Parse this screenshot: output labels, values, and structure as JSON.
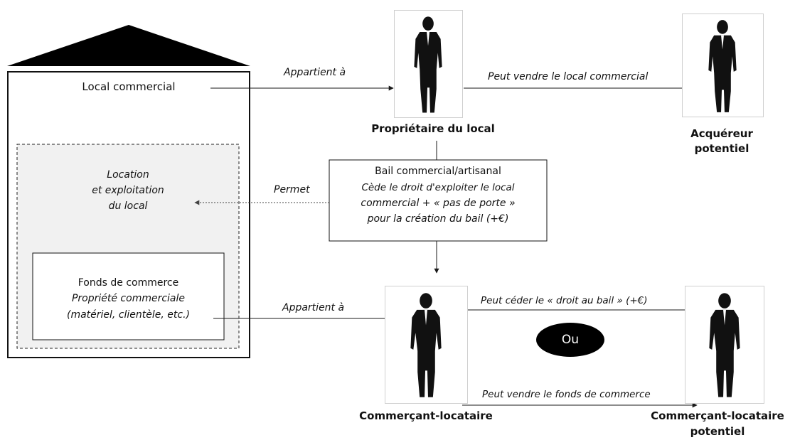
{
  "building": {
    "local_label": "Local commercial",
    "location_lines": [
      "Location",
      "et exploitation",
      "du local"
    ],
    "fonds_lines": [
      "Fonds de commerce",
      "Propriété commerciale",
      "(matériel, clientèle, etc.)"
    ]
  },
  "persons": {
    "proprietaire": "Propriétaire du local",
    "acquereur_line1": "Acquéreur",
    "acquereur_line2": "potentiel",
    "commercant": "Commerçant-locataire",
    "commercant_potentiel_line1": "Commerçant-locataire",
    "commercant_potentiel_line2": "potentiel"
  },
  "bail": {
    "line1": "Bail commercial/artisanal",
    "line2": "Cède le droit d'exploiter le local",
    "line3": "commercial + « pas de porte »",
    "line4": "pour la création du bail (+€)"
  },
  "arrows": {
    "appartient_top": "Appartient à",
    "peut_vendre_local": "Peut vendre le local commercial",
    "permet": "Permet",
    "appartient_bottom": "Appartient à",
    "peut_ceder": "Peut céder le « droit au bail » (+€)",
    "peut_vendre_fonds": "Peut vendre le fonds de commerce"
  },
  "ou_label": "Ou",
  "colors": {
    "line": "#1a1a1a",
    "roof": "#000000",
    "dashed_fill": "#f1f1f1",
    "ou_fill": "#000000",
    "ou_text": "#ffffff"
  }
}
